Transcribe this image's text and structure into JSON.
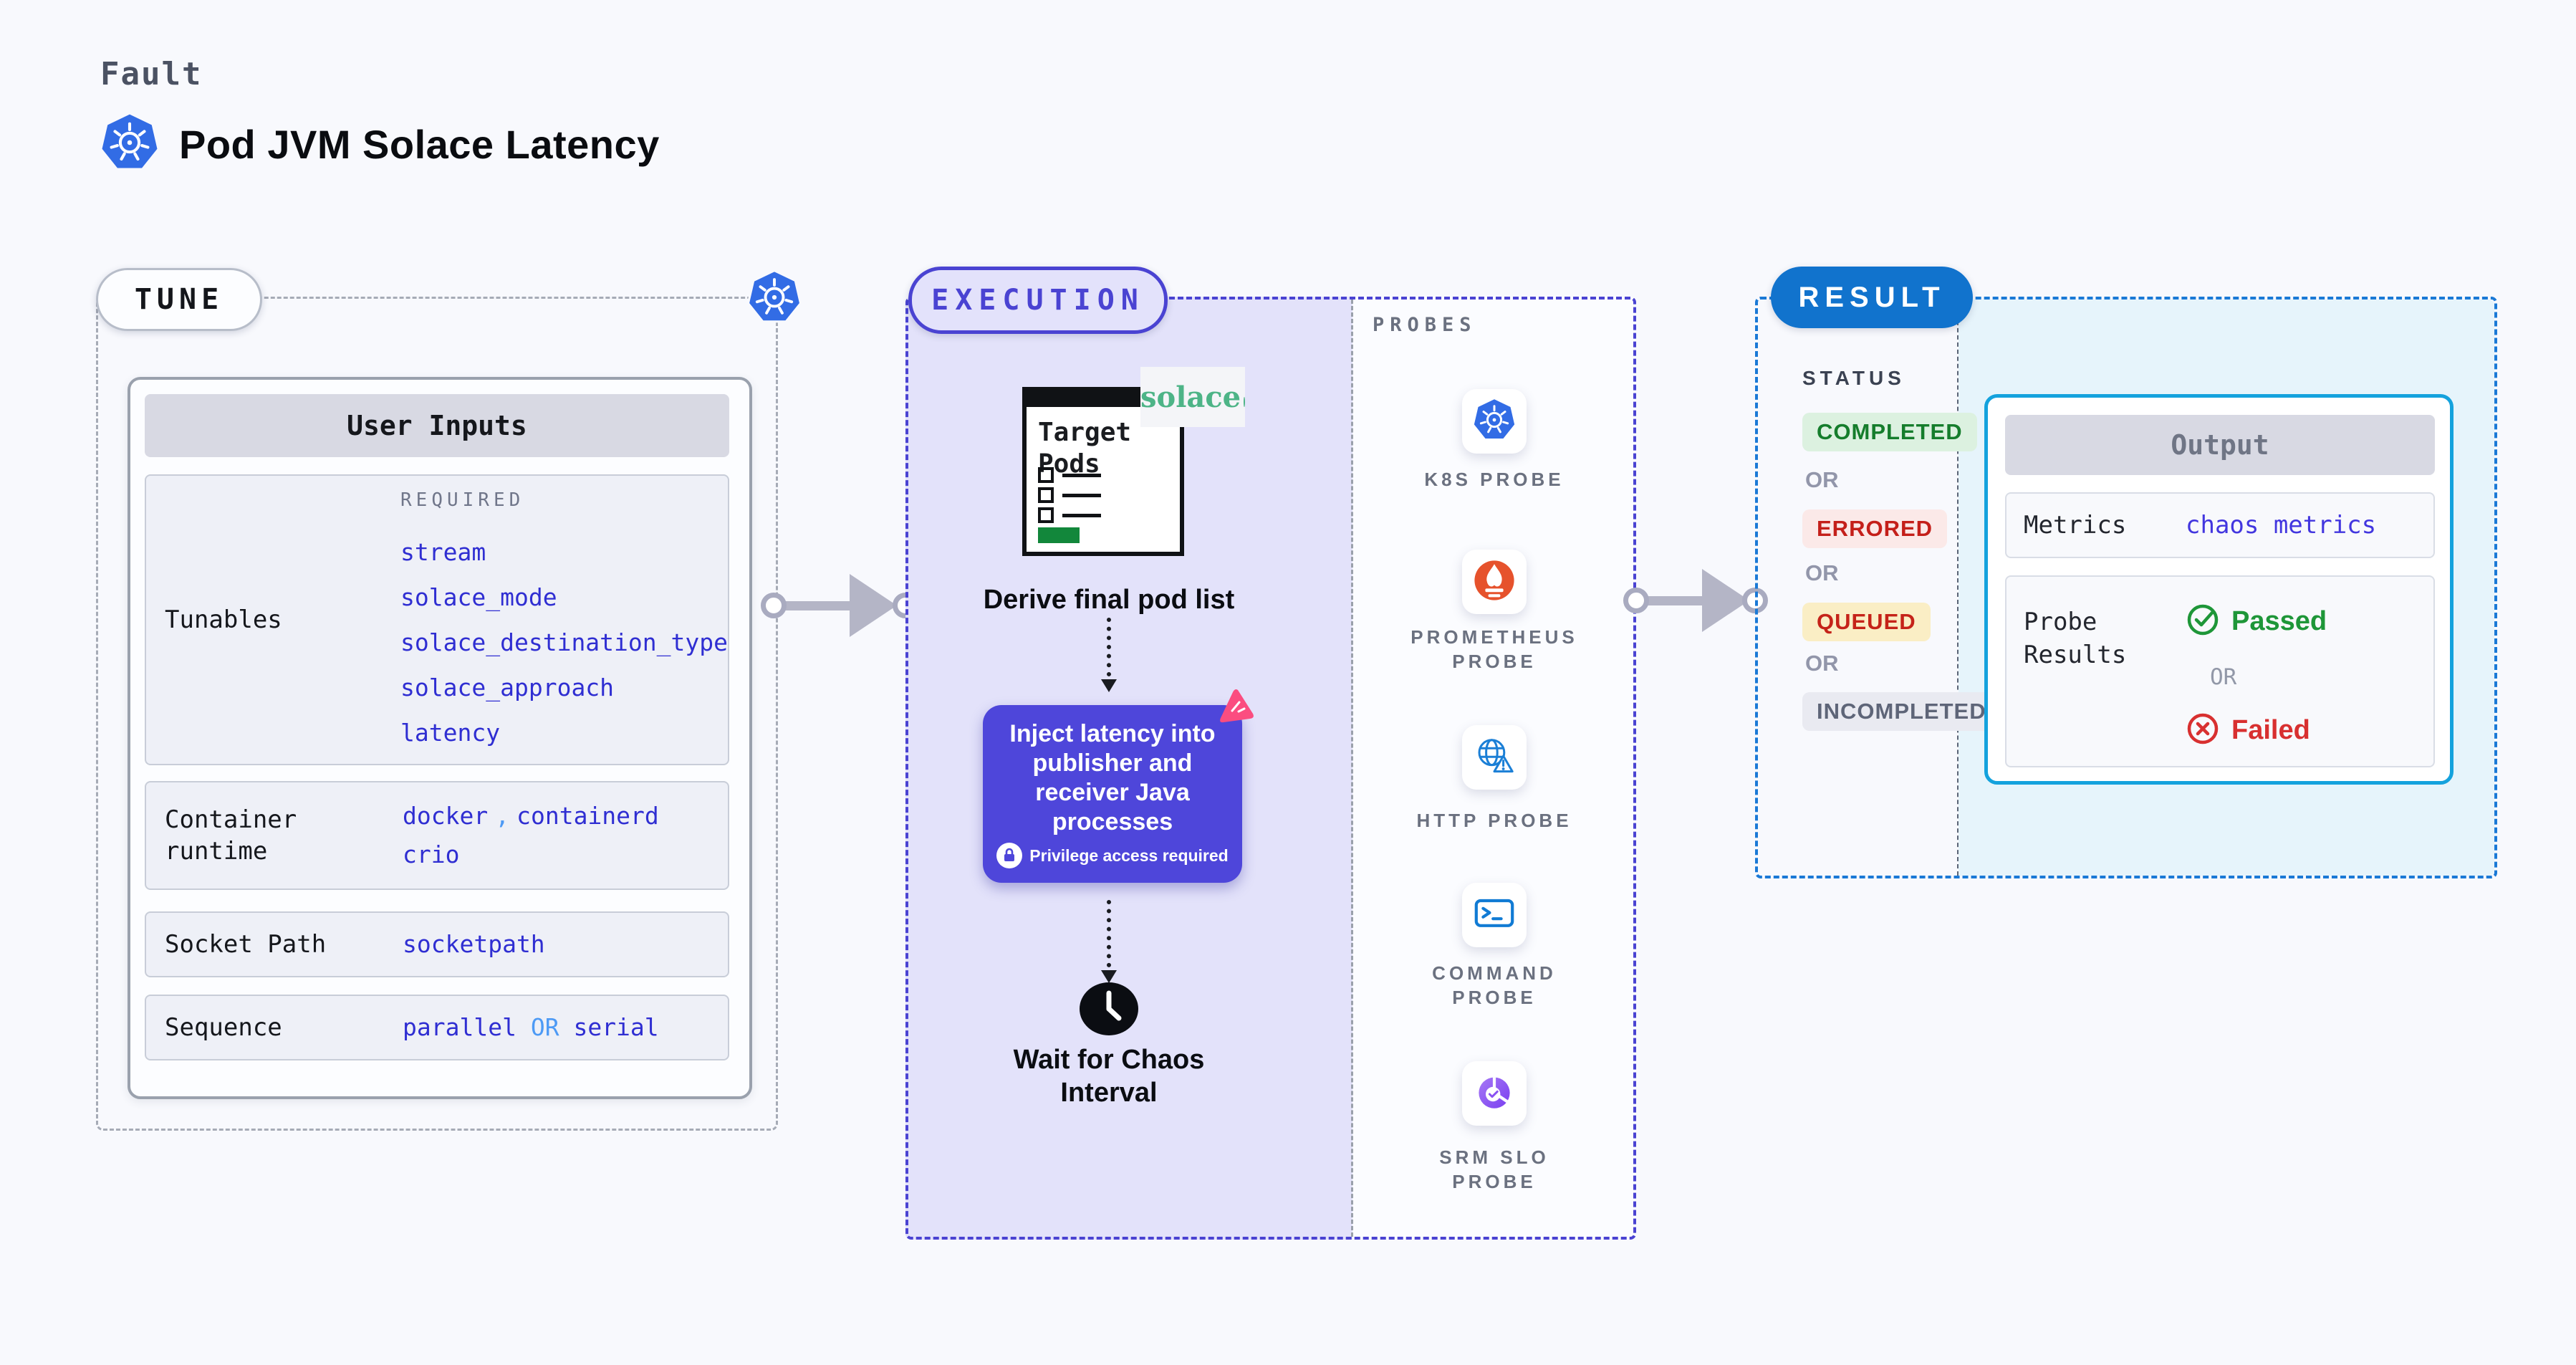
{
  "header": {
    "kicker": "Fault",
    "title": "Pod JVM Solace Latency"
  },
  "tune": {
    "label": "TUNE",
    "user_inputs_title": "User Inputs",
    "tunables": {
      "label": "Tunables",
      "tag": "REQUIRED",
      "values": [
        "stream",
        "solace_mode",
        "solace_destination_type",
        "solace_approach",
        "latency"
      ]
    },
    "container_runtime": {
      "label": "Container runtime",
      "line1": [
        "docker",
        "containerd"
      ],
      "separator": ",",
      "line2": "crio"
    },
    "socket_path": {
      "label": "Socket Path",
      "value": "socketpath"
    },
    "sequence": {
      "label": "Sequence",
      "first": "parallel",
      "or": "OR",
      "second": "serial"
    }
  },
  "execution": {
    "label": "EXECUTION",
    "target_doc_title": "Target Pods",
    "solace_logo_text": "solace",
    "derive_step": "Derive final pod list",
    "inject_step": {
      "text": "Inject latency into publisher and receiver Java processes",
      "note": "Privilege access required"
    },
    "wait_step": "Wait for Chaos Interval",
    "probes_title": "PROBES",
    "probes": [
      {
        "label": "K8S PROBE",
        "icon": "kubernetes-icon"
      },
      {
        "label": "PROMETHEUS PROBE",
        "icon": "prometheus-icon"
      },
      {
        "label": "HTTP PROBE",
        "icon": "http-globe-icon"
      },
      {
        "label": "COMMAND PROBE",
        "icon": "terminal-icon"
      },
      {
        "label": "SRM SLO PROBE",
        "icon": "slo-donut-icon"
      }
    ]
  },
  "result": {
    "label": "RESULT",
    "status_title": "STATUS",
    "or_label": "OR",
    "statuses": [
      {
        "label": "COMPLETED",
        "color": "#157d2c",
        "bg": "#dcf1e0"
      },
      {
        "label": "ERRORED",
        "color": "#c41f1a",
        "bg": "#fbe9e8"
      },
      {
        "label": "QUEUED",
        "color": "#c52319",
        "bg": "#faeec5"
      },
      {
        "label": "INCOMPLETED",
        "color": "#5e6578",
        "bg": "#e9eaf1"
      }
    ],
    "output": {
      "title": "Output",
      "metrics_label": "Metrics",
      "metrics_value": "chaos metrics",
      "probe_results_label": "Probe Results",
      "passed": "Passed",
      "or": "OR",
      "failed": "Failed"
    }
  },
  "colors": {
    "accent_indigo": "#4a43d2",
    "accent_blue": "#1173cd",
    "value_blue": "#2f2ed2",
    "separator_blue": "#4d9af5",
    "cyan_border": "#14a2dd",
    "passed_green": "#1e9638",
    "failed_red": "#d83030",
    "inject_bg": "#4e46da",
    "lavender_bg": "#e3e2fa"
  }
}
